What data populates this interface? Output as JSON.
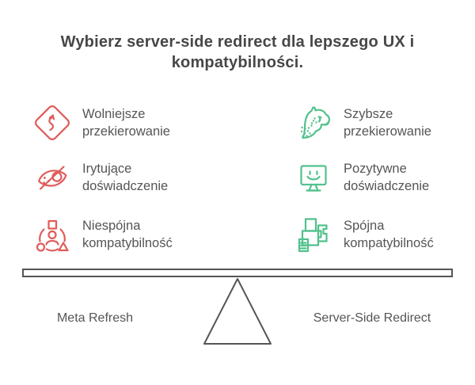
{
  "colors": {
    "negative": "#e05c5c",
    "positive": "#52c18c",
    "text": "#555555",
    "title": "#474747",
    "line": "#555555"
  },
  "title": "Wybierz server-side redirect dla lepszego UX i kompatybilności.",
  "comparison": {
    "negative_items": [
      {
        "icon": "winding-road-sign-icon",
        "label": "Wolniejsze przekierowanie"
      },
      {
        "icon": "eye-slash-icon",
        "label": "Irytujące doświadczenie"
      },
      {
        "icon": "person-mixed-shapes-icon",
        "label": "Niespójna kompatybilność"
      }
    ],
    "positive_items": [
      {
        "icon": "cheetah-icon",
        "label": "Szybsze przekierowanie"
      },
      {
        "icon": "smiley-monitor-icon",
        "label": "Pozytywne doświadczenie"
      },
      {
        "icon": "puzzle-pieces-icon",
        "label": "Spójna kompatybilność"
      }
    ]
  },
  "seesaw": {
    "left_label": "Meta Refresh",
    "right_label": "Server-Side Redirect"
  }
}
